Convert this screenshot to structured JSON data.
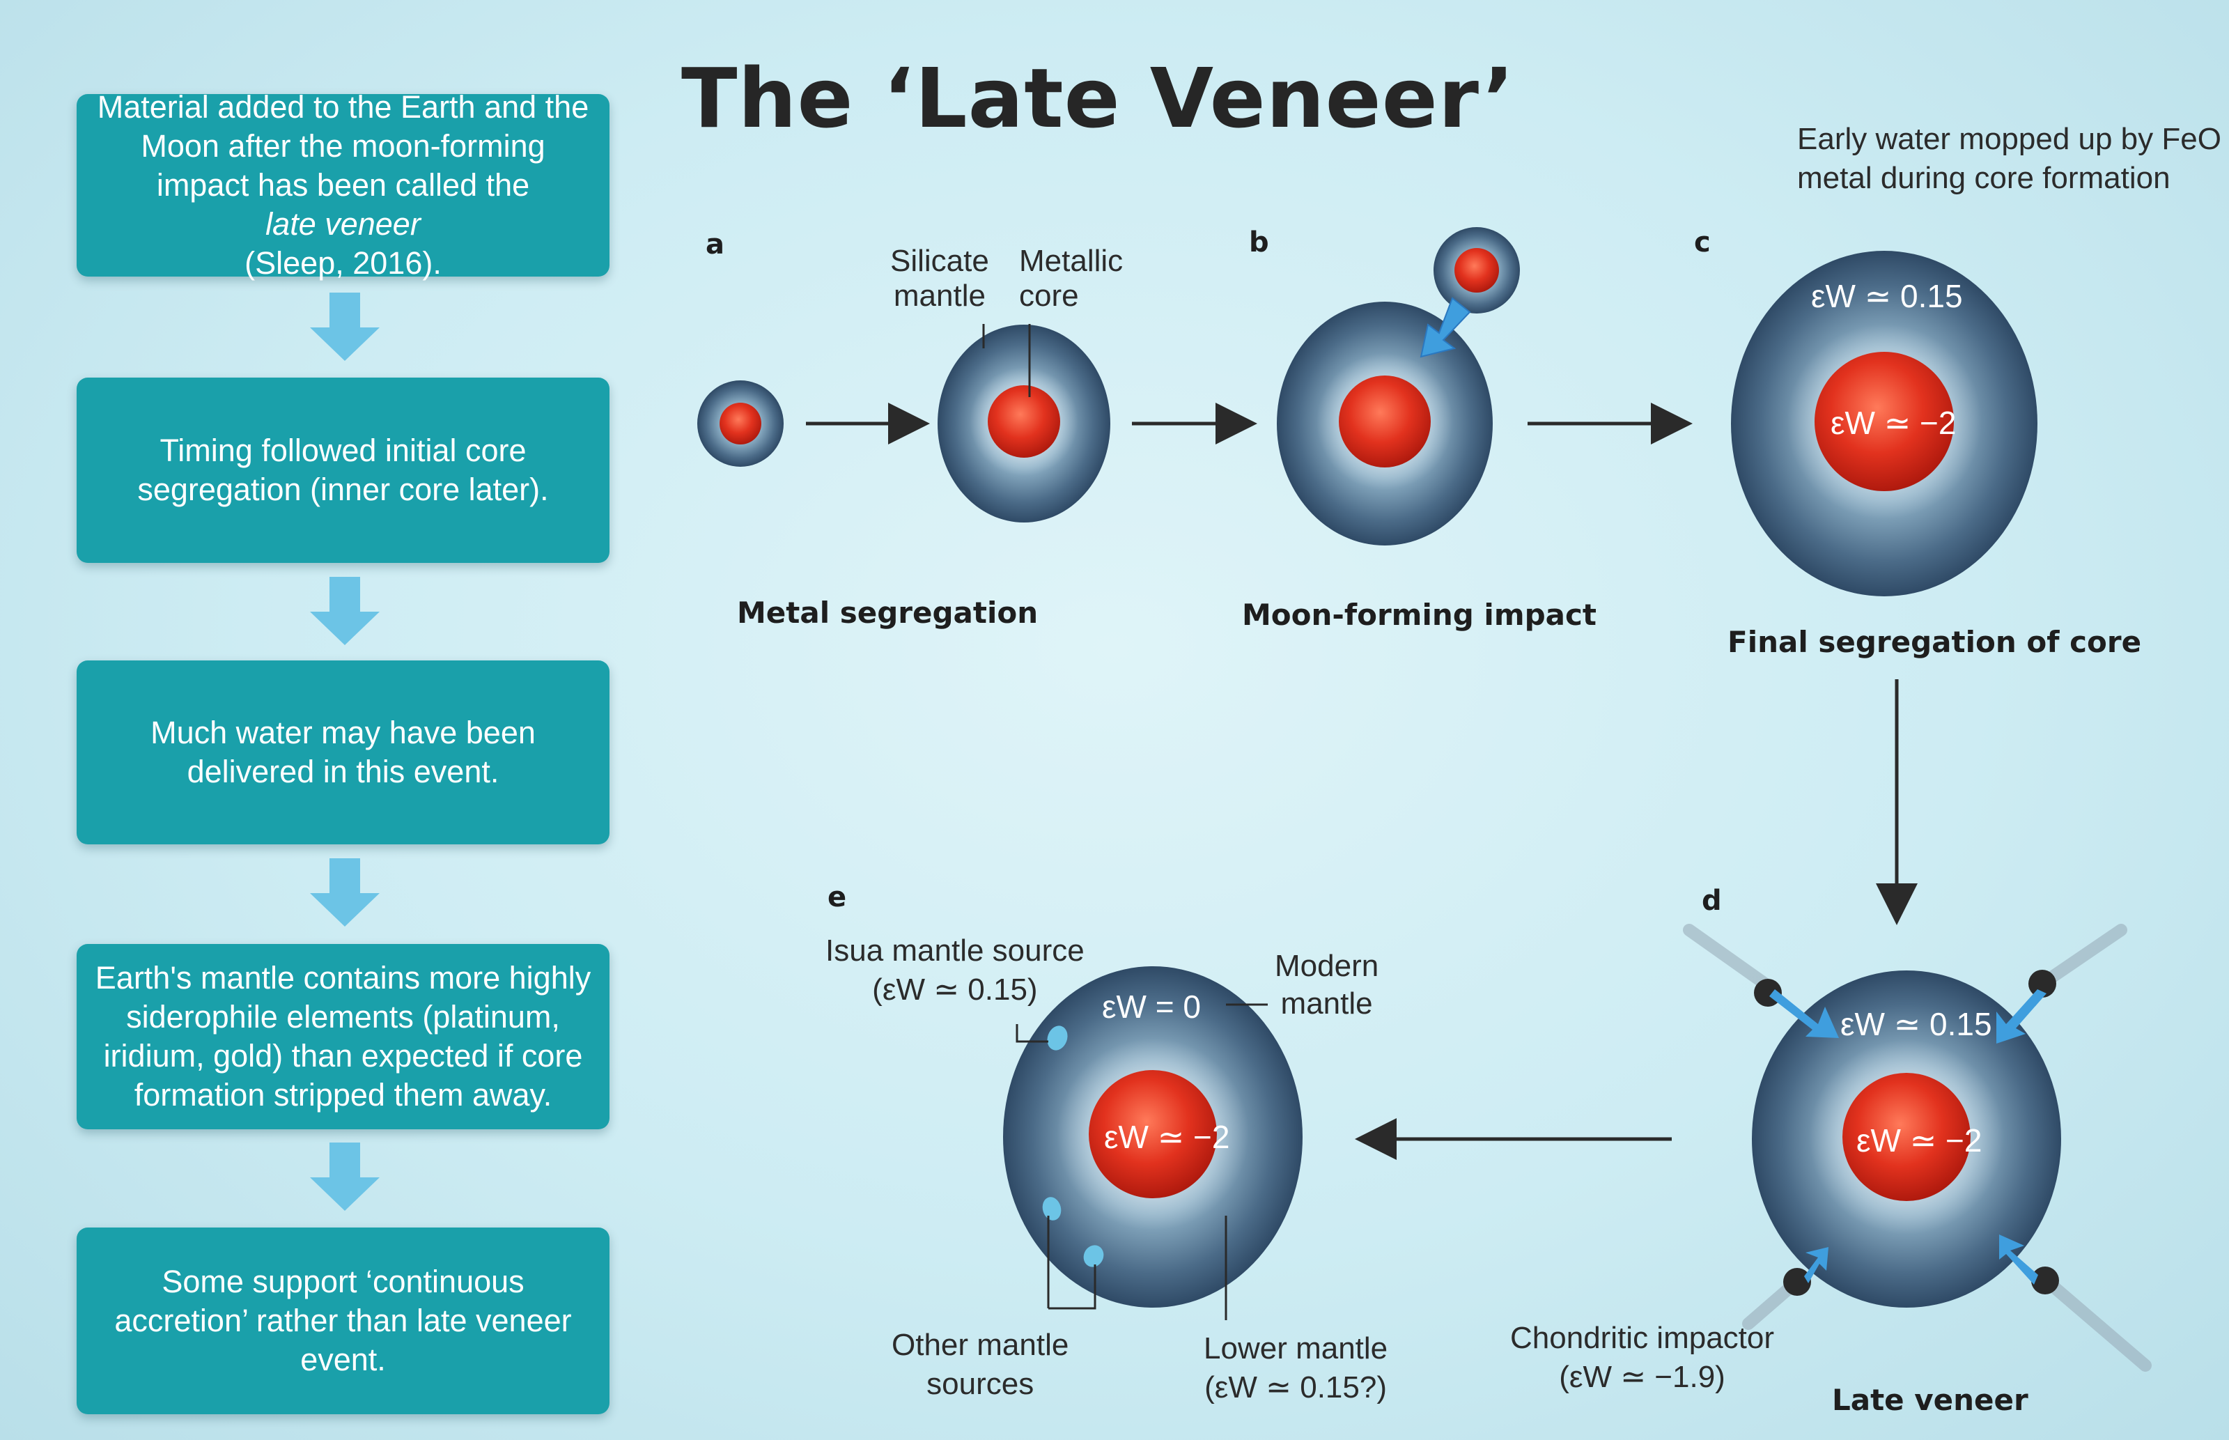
{
  "flow_boxes": [
    {
      "pre": "Material added to the Earth and the Moon after the moon-forming impact has been called the ",
      "em": "late veneer",
      "post": " (Sleep, 2016)."
    },
    {
      "text": "Timing followed initial core segregation (inner core later)."
    },
    {
      "text": "Much water may have been delivered in this event."
    },
    {
      "text": "Earth's mantle contains more highly siderophile elements (platinum, iridium, gold) than expected if core formation stripped them away."
    },
    {
      "text": "Some support ‘continuous accretion’ rather than late veneer event."
    }
  ],
  "title": "The ‘Late Veneer’",
  "diagram": {
    "stages": {
      "a": "a",
      "b": "b",
      "c": "c",
      "d": "d",
      "e": "e"
    },
    "captions": {
      "metal_segregation": "Metal segregation",
      "moon_forming_impact": "Moon-forming impact",
      "final_segregation": "Final segregation of core",
      "late_veneer": "Late veneer"
    },
    "labels": {
      "silicate_mantle": "Silicate\nmantle",
      "metallic_core": "Metallic\ncore",
      "early_water": "Early water mopped up by FeO\nmetal during core formation",
      "isua_source": "Isua mantle source\n(εW ≃ 0.15)",
      "modern_mantle": "Modern\nmantle",
      "other_sources": "Other mantle\nsources",
      "lower_mantle": "Lower mantle\n(εW ≃ 0.15?)",
      "chondritic_impactor": "Chondritic impactor\n(εW ≃ −1.9)"
    },
    "values": {
      "c_mantle": "εW ≃ 0.15",
      "c_core": "εW ≃ −2",
      "d_mantle": "εW ≃ 0.15",
      "d_core": "εW ≃ −2",
      "e_mantle": "εW = 0",
      "e_core": "εW ≃ −2"
    }
  },
  "colors": {
    "box_teal": "#1aa0aa",
    "arrow_blue": "#6cc4e6",
    "mantle_blue": "#3e5a76",
    "core_red": "#e2321e"
  }
}
